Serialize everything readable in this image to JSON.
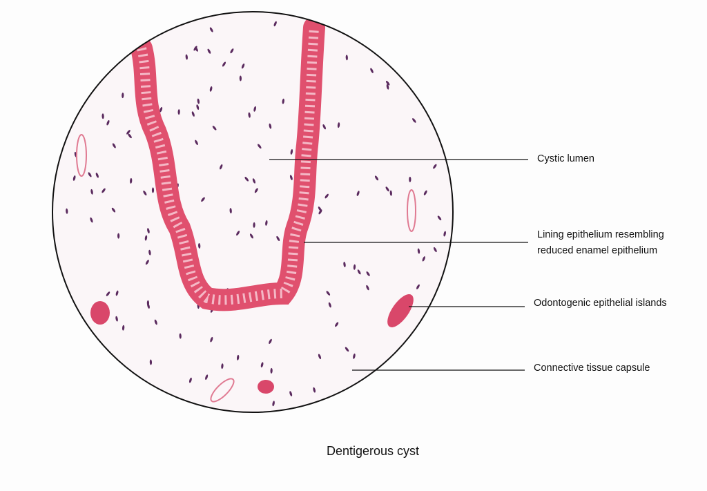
{
  "labels": {
    "cystic_lumen": "Cystic lumen",
    "lining_line1": "Lining epithelium resembling",
    "lining_line2": "reduced enamel epithelium",
    "odontogenic": "Odontogenic epithelial islands",
    "connective": "Connective tissue capsule"
  },
  "caption": "Dentigerous cyst",
  "colors": {
    "epithelium": "#e0506e",
    "nucleus": "#5a2a5e",
    "outline": "#111111"
  }
}
